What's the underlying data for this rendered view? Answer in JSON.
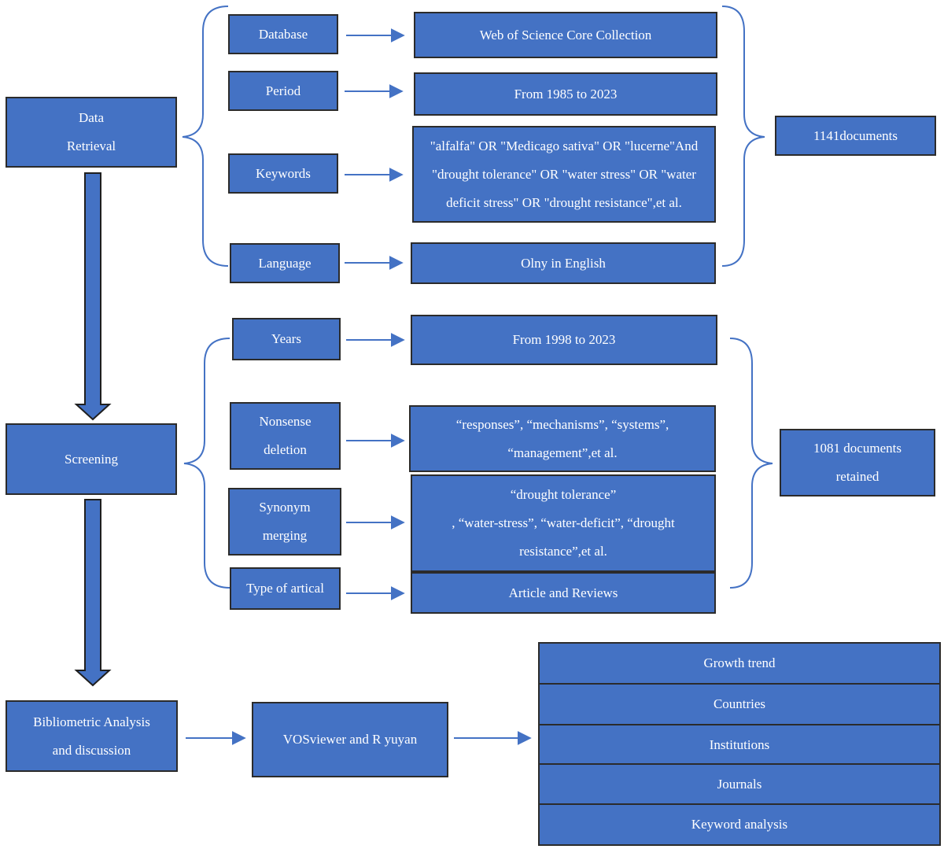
{
  "stages": {
    "retrieval": [
      "Data",
      "Retrieval"
    ],
    "screening": [
      "Screening"
    ],
    "analysis": [
      "Bibliometric Analysis",
      "and discussion"
    ]
  },
  "retrieval": {
    "criteria": [
      {
        "label": [
          "Database"
        ],
        "value": [
          "Web of Science Core Collection"
        ]
      },
      {
        "label": [
          "Period"
        ],
        "value": [
          "From 1985 to 2023"
        ]
      },
      {
        "label": [
          "Keywords"
        ],
        "value": [
          "\"alfalfa\" OR \"Medicago sativa\" OR \"lucerne\"And",
          "\"drought tolerance\" OR \"water stress\" OR \"water",
          "deficit stress\" OR \"drought resistance\",et al."
        ]
      },
      {
        "label": [
          "Language"
        ],
        "value": [
          "Olny in English"
        ]
      }
    ],
    "result": [
      "1141documents"
    ]
  },
  "screening": {
    "criteria": [
      {
        "label": [
          "Years"
        ],
        "value": [
          "From 1998 to 2023"
        ]
      },
      {
        "label": [
          "Nonsense",
          "deletion"
        ],
        "value": [
          "“responses”, “mechanisms”, “systems”,",
          "“management”,et al."
        ]
      },
      {
        "label": [
          "Synonym",
          "merging"
        ],
        "value": [
          "“drought tolerance”",
          ", “water-stress”, “water-deficit”, “drought",
          "resistance”,et al."
        ]
      },
      {
        "label": [
          "Type of artical"
        ],
        "value": [
          "Article and Reviews"
        ]
      }
    ],
    "result": [
      "1081 documents",
      "retained"
    ]
  },
  "analysis": {
    "tool": [
      "VOSviewer and R yuyan"
    ],
    "outputs": [
      "Growth trend",
      "Countries",
      "Institutions",
      "Journals",
      "Keyword analysis"
    ]
  },
  "colors": {
    "box_fill": "#4472C4",
    "box_border": "#2b2b2b",
    "connector": "#4472C4"
  }
}
